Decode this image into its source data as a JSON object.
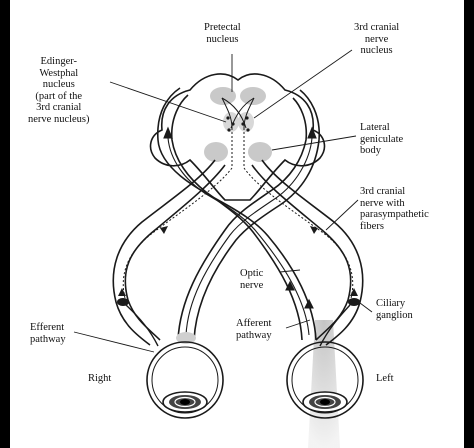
{
  "labels": {
    "pretectal": "Pretectal\nnucleus",
    "third_nucleus": "3rd cranial\nnerve\nnucleus",
    "edinger": "Edinger-\nWestphal\nnucleus\n(part of the\n3rd cranial\nnerve nucleus)",
    "lgb": "Lateral\ngeniculate\nbody",
    "third_para": "3rd cranial\nnerve with\nparasympathetic\nfibers",
    "optic": "Optic\nnerve",
    "ciliary": "Ciliary\nganglion",
    "efferent": "Efferent\npathway",
    "afferent": "Afferent\npathway",
    "right": "Right",
    "left": "Left"
  },
  "colors": {
    "ink": "#1a1a1a",
    "shade": "#c9c9c9",
    "background": "#ffffff"
  }
}
